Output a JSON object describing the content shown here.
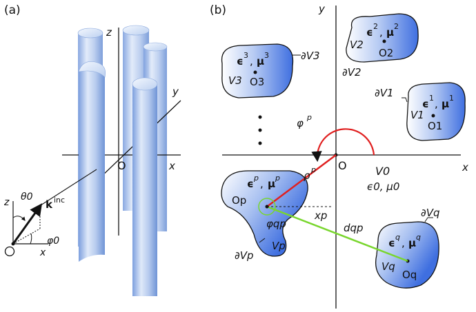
{
  "panel_a": {
    "label": "(a)",
    "axis_z": "z",
    "axis_y": "y",
    "axis_x": "x",
    "origin": "O",
    "inset": {
      "z": "z",
      "x": "x",
      "origin": "O",
      "theta": "θ0",
      "phi": "φ0",
      "k": "k",
      "k_sup": "inc"
    }
  },
  "panel_b": {
    "label": "(b)",
    "axis_y": "y",
    "axis_x": "x",
    "origin": "O",
    "phi_p": "φ",
    "phi_p_sup": "p",
    "dots": "⋮",
    "background": {
      "volume": "V0",
      "params": "ϵ0, μ0"
    },
    "regions": [
      {
        "id": "1",
        "eps": "ϵ",
        "mu": "μ",
        "sup": "1",
        "boundary": "∂V1",
        "volume": "V1",
        "origin": "O1"
      },
      {
        "id": "2",
        "eps": "ϵ",
        "mu": "μ",
        "sup": "2",
        "boundary": "∂V2",
        "volume": "V2",
        "origin": "O2"
      },
      {
        "id": "3",
        "eps": "ϵ",
        "mu": "μ",
        "sup": "3",
        "boundary": "∂V3",
        "volume": "V3",
        "origin": "O3"
      },
      {
        "id": "p",
        "eps": "ϵ",
        "mu": "μ",
        "sup": "p",
        "boundary": "∂Vp",
        "volume": "Vp",
        "origin": "Op"
      },
      {
        "id": "q",
        "eps": "ϵ",
        "mu": "μ",
        "sup": "q",
        "boundary": "∂Vq",
        "volume": "Vq",
        "origin": "Oq"
      }
    ],
    "rho": "ρ",
    "rho_sup": "p",
    "xp": "xp",
    "phi_qp": "φqp",
    "dqp": "dqp"
  },
  "colors": {
    "cylinder_light": "#dde8f8",
    "cylinder_mid": "#a9c1ea",
    "cylinder_dark": "#6f94d6",
    "region_light": "#ffffff",
    "region_dark": "#3f6fe0",
    "red": "#e02020",
    "green": "#79d62e"
  }
}
